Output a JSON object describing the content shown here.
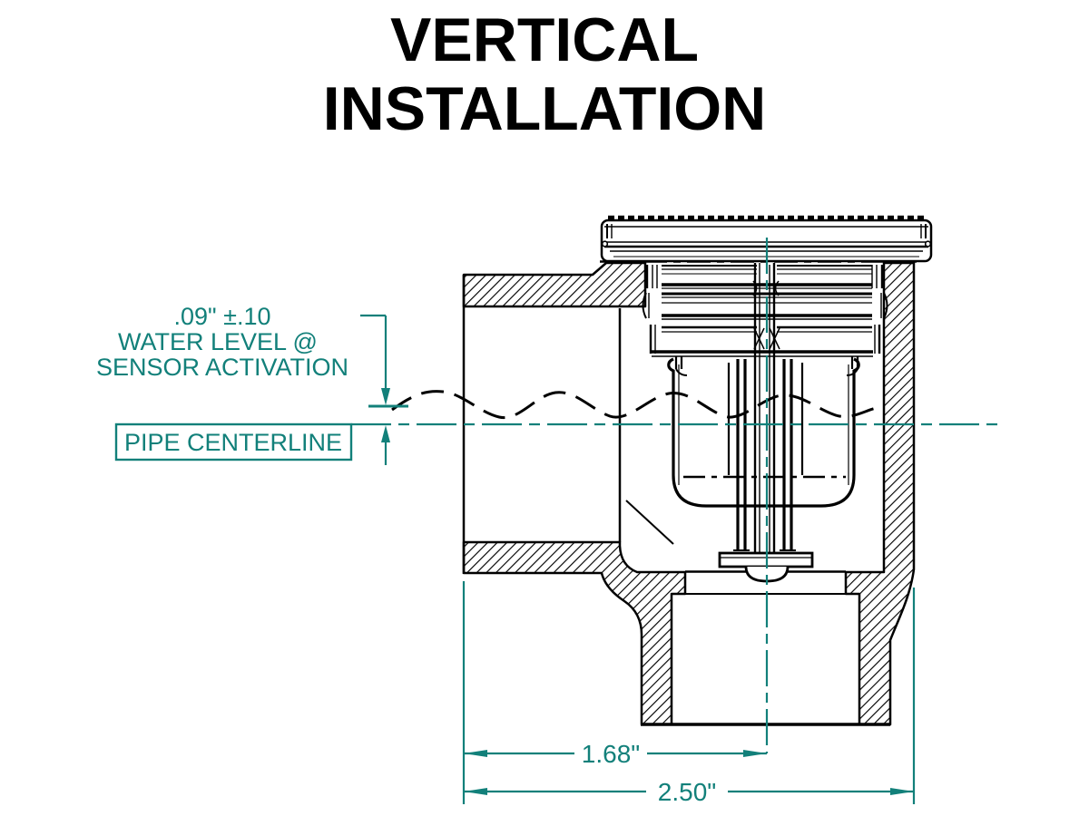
{
  "title": {
    "line1": "VERTICAL",
    "line2": "INSTALLATION"
  },
  "callouts": {
    "water_level": {
      "line1": ".09\" ±.10",
      "line2": "WATER LEVEL @",
      "line3": "SENSOR ACTIVATION"
    },
    "pipe_centerline": "PIPE CENTERLINE"
  },
  "dimensions": {
    "inlet_face_to_outlet_centerline": "1.68\"",
    "overall_width": "2.50\""
  },
  "colors": {
    "annotation": "#12807A",
    "linework": "#000000",
    "background": "#FFFFFF"
  }
}
